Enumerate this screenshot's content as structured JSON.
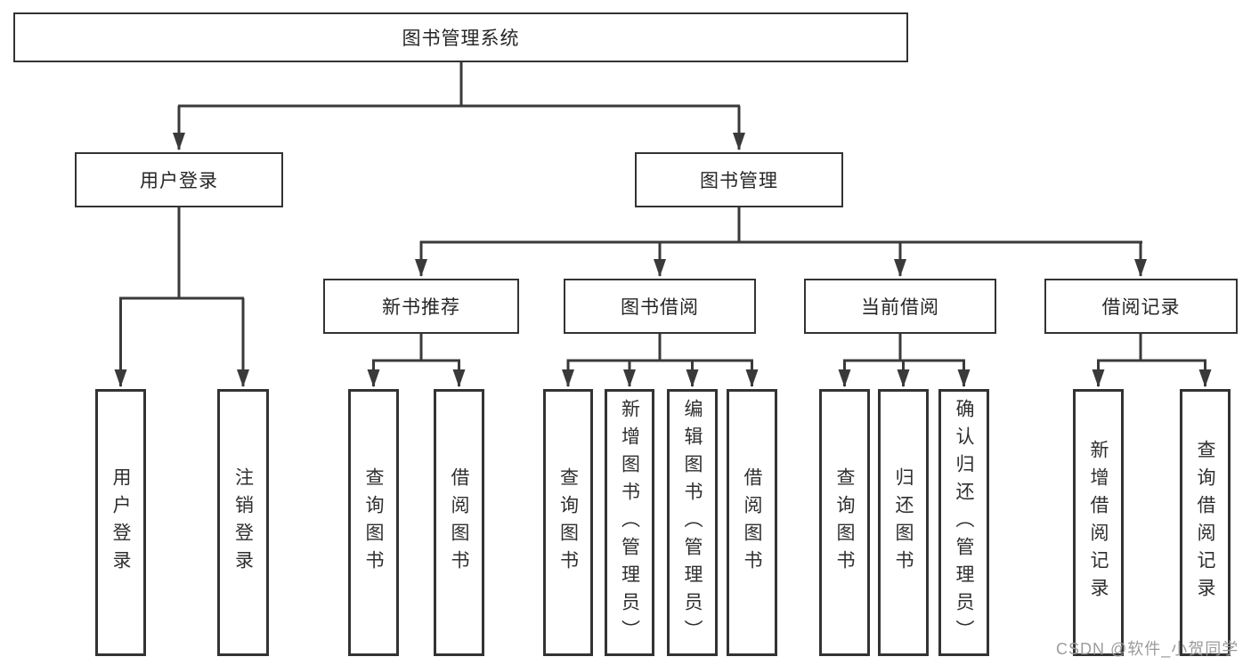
{
  "root": {
    "label": "图书管理系统"
  },
  "branches": {
    "user": {
      "label": "用户登录",
      "leaves": [
        {
          "label": "用户登录"
        },
        {
          "label": "注销登录"
        }
      ]
    },
    "management": {
      "label": "图书管理",
      "sections": [
        {
          "label": "新书推荐",
          "leaves": [
            {
              "label": "查询图书"
            },
            {
              "label": "借阅图书"
            }
          ]
        },
        {
          "label": "图书借阅",
          "leaves": [
            {
              "label": "查询图书"
            },
            {
              "label": "新增图书（管理员）"
            },
            {
              "label": "编辑图书（管理员）"
            },
            {
              "label": "借阅图书"
            }
          ]
        },
        {
          "label": "当前借阅",
          "leaves": [
            {
              "label": "查询图书"
            },
            {
              "label": "归还图书"
            },
            {
              "label": "确认归还（管理员）"
            }
          ]
        },
        {
          "label": "借阅记录",
          "leaves": [
            {
              "label": "新增借阅记录"
            },
            {
              "label": "查询借阅记录"
            }
          ]
        }
      ]
    }
  },
  "watermark": {
    "text": "CSDN @软件_小贺同学",
    "color": "#9b9b9b"
  },
  "colors": {
    "background": "#ffffff",
    "line": "#3a3a3a",
    "box_border": "#333333",
    "text": "#262626"
  }
}
